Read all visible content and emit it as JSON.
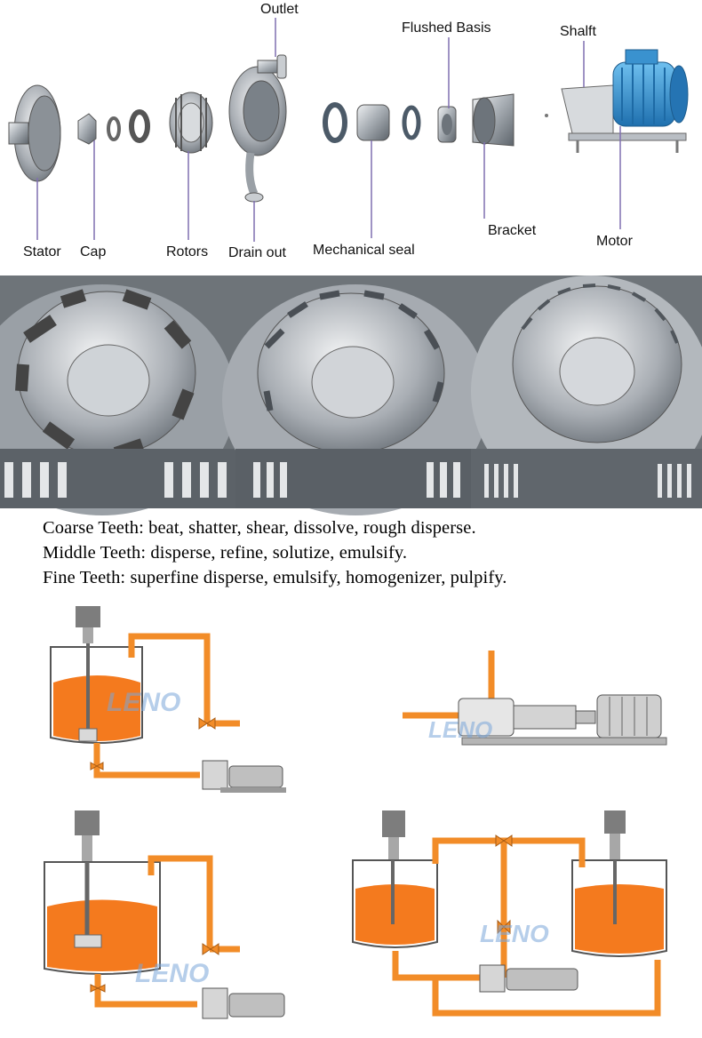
{
  "parts": {
    "outlet": "Outlet",
    "flushed_basis": "Flushed Basis",
    "shaft": "Shalft",
    "stator": "Stator",
    "cap": "Cap",
    "rotors": "Rotors",
    "drain_out": "Drain out",
    "mechanical_seal": "Mechanical seal",
    "bracket": "Bracket",
    "motor": "Motor"
  },
  "teeth": {
    "coarse": "Coarse Teeth: beat, shatter, shear, dissolve, rough disperse.",
    "middle": "Middle Teeth: disperse, refine, solutize, emulsify.",
    "fine": "Fine Teeth: superfine disperse, emulsify, homogenizer, pulpify."
  },
  "watermark": "LENO",
  "colors": {
    "pipe": "#f28c28",
    "liquid": "#f47a1e",
    "steel": "#b9bec4",
    "steel_dark": "#6f767d",
    "motor_blue": "#2f8fd0",
    "callout": "#7f6fb0"
  }
}
